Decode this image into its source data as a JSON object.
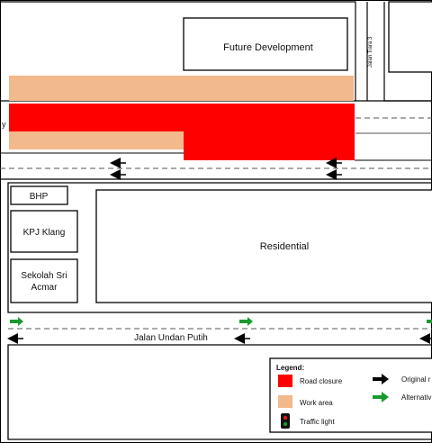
{
  "map": {
    "future_development": "Future Development",
    "side_road": "Jalan Tiara 3",
    "main_road_fragment": "y",
    "residential": "Residential",
    "bhp": "BHP",
    "kpj_klang": "KPJ Klang",
    "sekolah_line1": "Sekolah Sri",
    "sekolah_line2": "Acmar",
    "jalan_undan": "Jalan Undan Putih"
  },
  "legend": {
    "title": "Legend:",
    "road_closure": "Road closure",
    "work_area": "Work area",
    "traffic_light": "Traffic light",
    "original": "Original r",
    "alternative": "Alternativ"
  },
  "colors": {
    "road_closure": "#ff0000",
    "work_area": "#f2b98c",
    "alternative_route": "#1a9a2e",
    "original_route": "#000000"
  },
  "icons": {
    "original_route": "black-arrow-right-icon",
    "alternative_route": "green-arrow-right-icon",
    "traffic_light": "traffic-light-icon"
  }
}
